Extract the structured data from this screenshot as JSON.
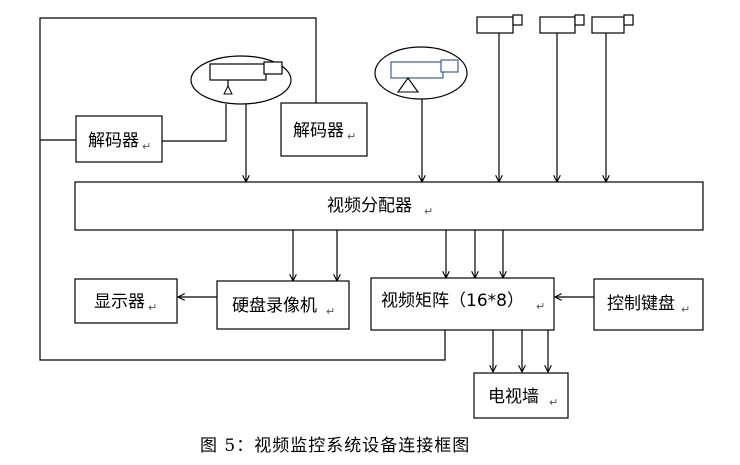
{
  "boxes": {
    "decoder_left": "解码器",
    "decoder_right": "解码器",
    "video_distributor": "视频分配器",
    "display": "显示器",
    "hdd_recorder": "硬盘录像机",
    "video_matrix": "视频矩阵（16*8）",
    "control_keyboard": "控制键盘",
    "tv_wall": "电视墙"
  },
  "paragraph_mark": "↵",
  "caption": "图 5：视频监控系统设备连接框图",
  "colors": {
    "line": "#000000",
    "camera_accent": "#3a5fa6"
  }
}
